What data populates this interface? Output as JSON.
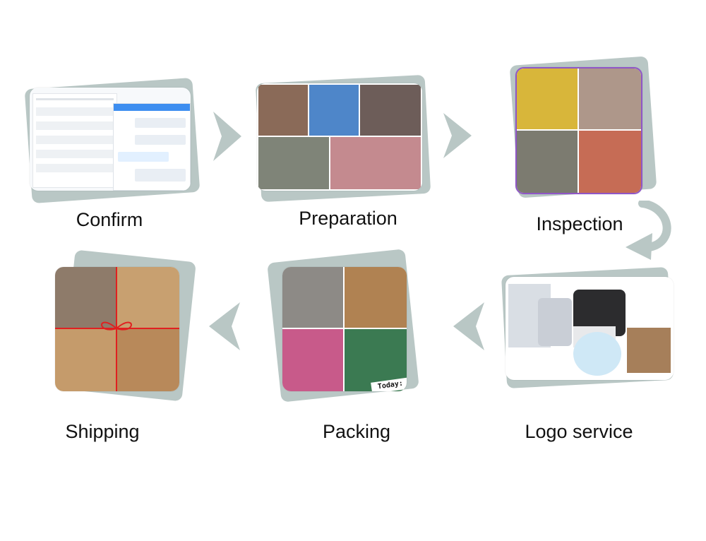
{
  "steps": [
    {
      "id": "confirm",
      "label": "Confirm",
      "photo": "order-confirmation-screenshots"
    },
    {
      "id": "preparation",
      "label": "Preparation",
      "photo": "product-stock-collage"
    },
    {
      "id": "inspection",
      "label": "Inspection",
      "photo": "quality-inspection-collage"
    },
    {
      "id": "logo-service",
      "label": "Logo service",
      "photo": "label-printer-and-tags"
    },
    {
      "id": "packing",
      "label": "Packing",
      "photo": "packed-boxes-collage"
    },
    {
      "id": "shipping",
      "label": "Shipping",
      "photo": "pallets-and-cartons"
    }
  ],
  "photo_text": {
    "today_stamp": "Today:"
  },
  "colors": {
    "arrow": "#b9c7c5",
    "card_back": "#b9c7c5",
    "label": "#111111"
  }
}
